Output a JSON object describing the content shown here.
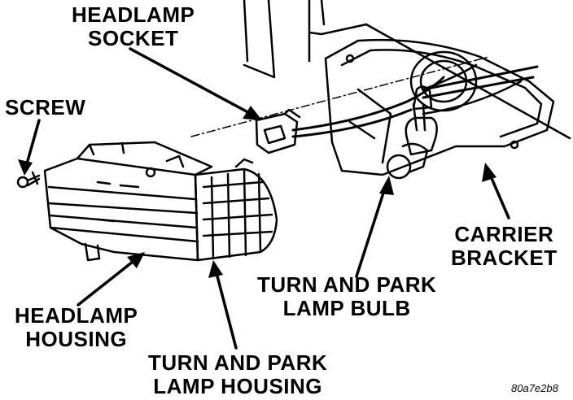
{
  "callouts": {
    "headlamp_socket": [
      "HEADLAMP",
      "SOCKET"
    ],
    "screw": [
      "SCREW"
    ],
    "carrier_bracket": [
      "CARRIER",
      "BRACKET"
    ],
    "turn_park_bulb": [
      "TURN AND PARK",
      "LAMP BULB"
    ],
    "headlamp_housing": [
      "HEADLAMP",
      "HOUSING"
    ],
    "turn_park_housing": [
      "TURN AND PARK",
      "LAMP HOUSING"
    ]
  },
  "figure_code": "80a7e2b8"
}
